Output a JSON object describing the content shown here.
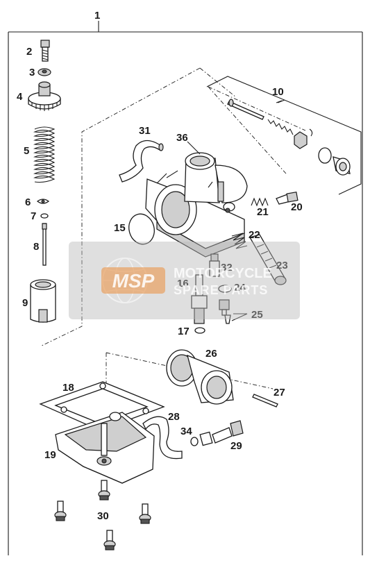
{
  "diagram": {
    "labels": [
      "1",
      "2",
      "3",
      "4",
      "5",
      "6",
      "7",
      "8",
      "9",
      "10",
      "15",
      "16",
      "17",
      "18",
      "19",
      "20",
      "21",
      "22",
      "23",
      "24",
      "25",
      "26",
      "27",
      "28",
      "29",
      "30",
      "31",
      "32",
      "34",
      "36"
    ],
    "watermark": {
      "logo": "MSP",
      "line1": "MOTORCYCLE",
      "line2": "SPARE PARTS"
    }
  }
}
